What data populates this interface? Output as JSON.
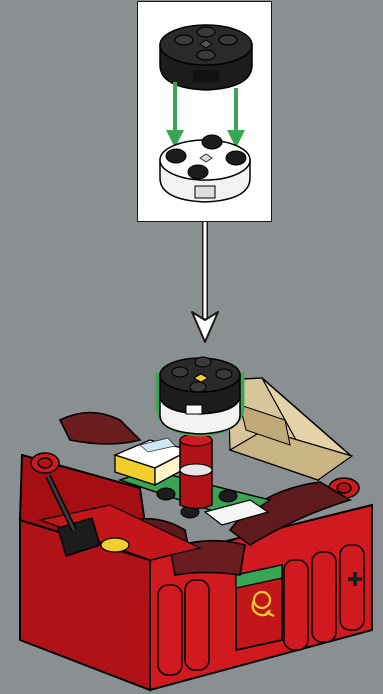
{
  "callout": {
    "parts": [
      "black-round-plate-2x2",
      "white-round-plate-2x2"
    ],
    "arrows": 2,
    "arrow_color": "#3aa655"
  },
  "colors": {
    "background": "#8a8f92",
    "brick_red": "#c8151b",
    "dark_red": "#5e1a1c",
    "green": "#3aa655",
    "tan": "#d8c59a",
    "black": "#1c1c1c",
    "white": "#ffffff",
    "yellow": "#f2cd2e"
  },
  "icons": {
    "post_horn": "post-horn-icon",
    "cross": "cross-icon"
  }
}
